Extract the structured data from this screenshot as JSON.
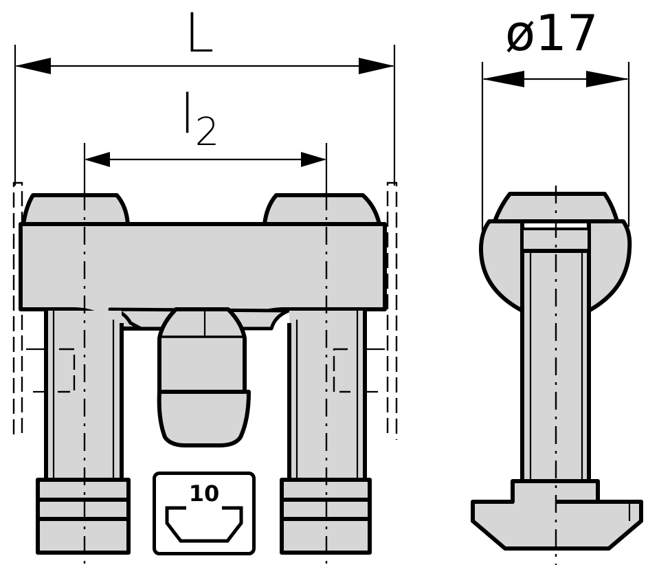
{
  "drawing": {
    "type": "technical-drawing",
    "subject": "T-slot connector with two T-bolts (front view and side view)",
    "colors": {
      "part_fill": "#d6d6d6",
      "line": "#000000",
      "background": "#ffffff"
    }
  },
  "dimensions": {
    "overall_length": {
      "label": "L",
      "sub": ""
    },
    "bolt_spacing": {
      "label": "l",
      "sub": "2"
    },
    "diameter": {
      "label": "ø17"
    }
  },
  "slot_badge": {
    "slot_size": "10",
    "icon": "t-slot-profile-icon"
  },
  "views": [
    {
      "name": "front-view",
      "description": "Connector body with two T-bolts and center nut"
    },
    {
      "name": "side-view",
      "description": "Section showing ø17 head and T-bolt"
    }
  ]
}
